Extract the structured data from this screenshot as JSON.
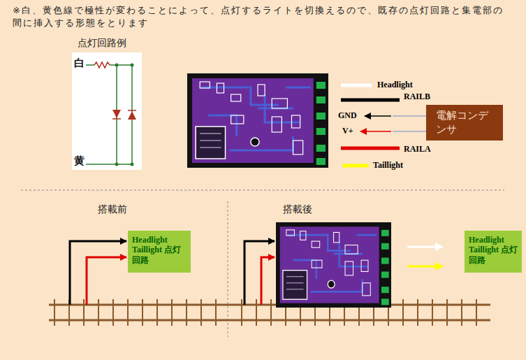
{
  "diagram": {
    "nodes": [
      {
        "text": [
          "点灯回路例",
          "白",
          "黄"
        ]
      },
      {
        "text": [
          "電解コンデンサ"
        ]
      },
      {
        "text": [
          "Headlight Taillight 点灯回路"
        ]
      },
      {
        "text": [
          "Headlight Taillight 点灯回路"
        ]
      }
    ],
    "labels": [
      "※白、黄色線で極性が変わることによって、点灯するライトを切換えるので、既存の点灯回路と集電部の間に挿入する形態をとります",
      "Headlight",
      "RAILB",
      "GND",
      "V+",
      "RAILA",
      "Taillight",
      "搭載前",
      "搭載後"
    ]
  }
}
